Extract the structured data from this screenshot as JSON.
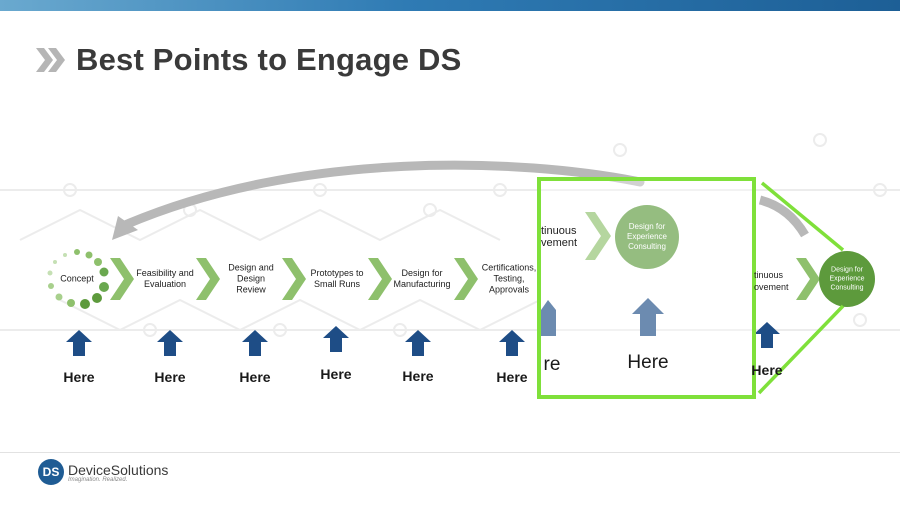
{
  "title": "Best Points to Engage DS",
  "steps": [
    {
      "label": "Concept"
    },
    {
      "label": "Feasibility and Evaluation"
    },
    {
      "label": "Design and Design Review"
    },
    {
      "label": "Prototypes to Small Runs"
    },
    {
      "label": "Design for Manufacturing"
    },
    {
      "label": "Certifications, Testing, Approvals"
    }
  ],
  "here_label": "Here",
  "zoom_partial_label": "tinuous\nvement",
  "zoom_partial_here": "re",
  "zoom_circle_label": "Design for Experience Consulting",
  "right_partial_label": "tinuous\novement",
  "right_partial_here": "Here",
  "right_circle_label": "Design for Experience Consulting",
  "logo": {
    "badge": "DS",
    "name": "DeviceSolutions",
    "tagline": "Imagination. Realized."
  },
  "colors": {
    "arrow_green": "#8ec06c",
    "circle_green": "#5d9a3c",
    "highlight": "#7fe03a",
    "blue_arrow": "#1e4d86",
    "loop_grey": "#b8b8b8"
  }
}
